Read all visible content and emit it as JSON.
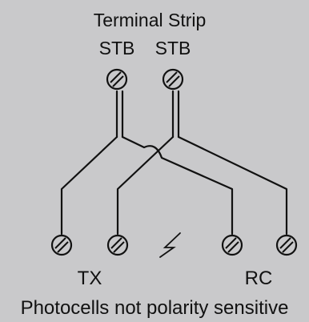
{
  "title": "Terminal Strip",
  "terminals": [
    {
      "label": "STB"
    },
    {
      "label": "STB"
    }
  ],
  "devices": {
    "transmitter_label": "TX",
    "receiver_label": "RC"
  },
  "note": "Photocells not polarity sensitive",
  "icons": {
    "screw": "screw-terminal-icon",
    "lightning": "lightning-bolt-icon"
  },
  "colors": {
    "background": "#c9c9cb",
    "line": "#111111"
  }
}
